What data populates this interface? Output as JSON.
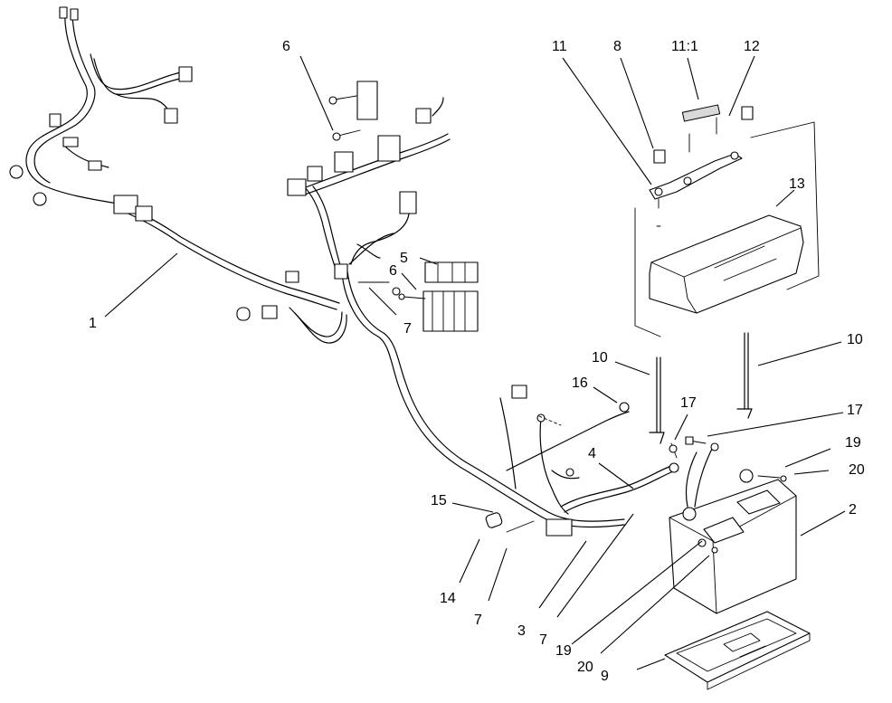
{
  "callouts": {
    "c1": "1",
    "c2": "2",
    "c3": "3",
    "c4": "4",
    "c5": "5",
    "c6a": "6",
    "c6b": "6",
    "c7a": "7",
    "c7b": "7",
    "c7c": "7",
    "c8": "8",
    "c9": "9",
    "c10a": "10",
    "c10b": "10",
    "c11": "11",
    "c11_1": "11:1",
    "c12": "12",
    "c13": "13",
    "c14": "14",
    "c15": "15",
    "c16": "16",
    "c17a": "17",
    "c17b": "17",
    "c19a": "19",
    "c19b": "19",
    "c20a": "20",
    "c20b": "20"
  },
  "colors": {
    "line": "#000000",
    "background": "#ffffff"
  }
}
